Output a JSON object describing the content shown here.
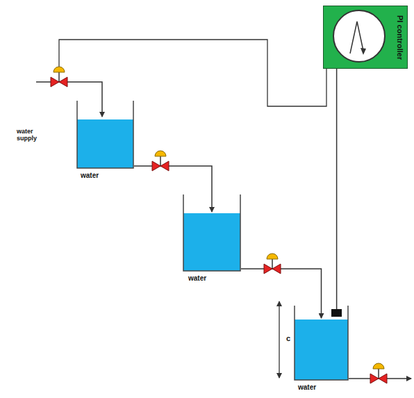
{
  "diagram": {
    "nodes": [
      {
        "text": [
          "PI controller"
        ]
      },
      {
        "text": [
          "water"
        ]
      },
      {
        "text": [
          "water"
        ]
      },
      {
        "text": [
          "water"
        ]
      }
    ],
    "edges": [
      {
        "from": 0,
        "to": 3,
        "arrow": "none"
      },
      {
        "from": 1,
        "to": 2,
        "arrow": "to"
      },
      {
        "from": 2,
        "to": 3,
        "arrow": "to"
      }
    ],
    "labels": [
      "water supply",
      "c"
    ]
  }
}
